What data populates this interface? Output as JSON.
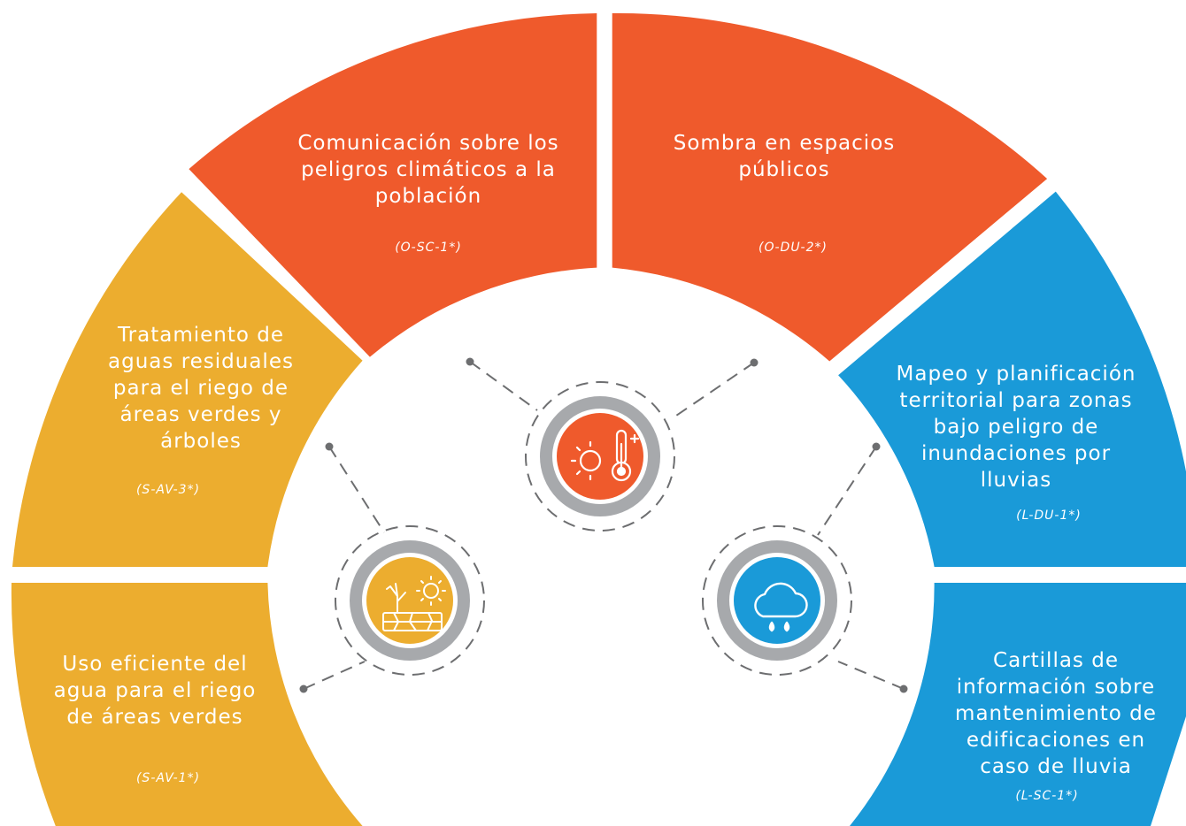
{
  "colors": {
    "orange": "#ef5a2c",
    "blue": "#1a9ad8",
    "yellow": "#ecad2f",
    "gray_ring": "#a7a9ac",
    "connector": "#6d6e70"
  },
  "segments": [
    {
      "id": "o-sc-1",
      "title": "Comunicación sobre los peligros climáticos a la población",
      "lines": [
        "Comunicación sobre los",
        "peligros climáticos a la",
        "población"
      ],
      "code": "(O-SC-1*)"
    },
    {
      "id": "o-du-2",
      "title": "Sombra en espacios públicos",
      "lines": [
        "Sombra en espacios",
        "públicos"
      ],
      "code": "(O-DU-2*)"
    },
    {
      "id": "s-av-3",
      "title": "Tratamiento de aguas residuales para el riego de áreas verdes y árboles",
      "lines": [
        "Tratamiento de",
        "aguas residuales",
        "para el riego de",
        "áreas verdes y",
        "árboles"
      ],
      "code": "(S-AV-3*)"
    },
    {
      "id": "s-av-1",
      "title": "Uso eficiente del agua para el riego de áreas verdes",
      "lines": [
        "Uso eficiente del",
        "agua para el riego",
        "de áreas verdes"
      ],
      "code": "(S-AV-1*)"
    },
    {
      "id": "l-du-1",
      "title": "Mapeo y planificación territorial para zonas bajo peligro de inundaciones por lluvias",
      "lines": [
        "Mapeo y planificación",
        "territorial para zonas",
        "bajo peligro de",
        "inundaciones por",
        "lluvias"
      ],
      "code": "(L-DU-1*)"
    },
    {
      "id": "l-sc-1",
      "title": "Cartillas de información sobre mantenimiento de edificaciones en caso de lluvia",
      "lines": [
        "Cartillas de",
        "información sobre",
        "mantenimiento de",
        "edificaciones en",
        "caso de lluvia"
      ],
      "code": "(L-SC-1*)"
    }
  ],
  "hubs": [
    {
      "name": "heat-hazard",
      "icon": "sun-thermometer-icon"
    },
    {
      "name": "drought-hazard",
      "icon": "drought-tree-sun-icon"
    },
    {
      "name": "rain-hazard",
      "icon": "rain-cloud-icon"
    }
  ]
}
